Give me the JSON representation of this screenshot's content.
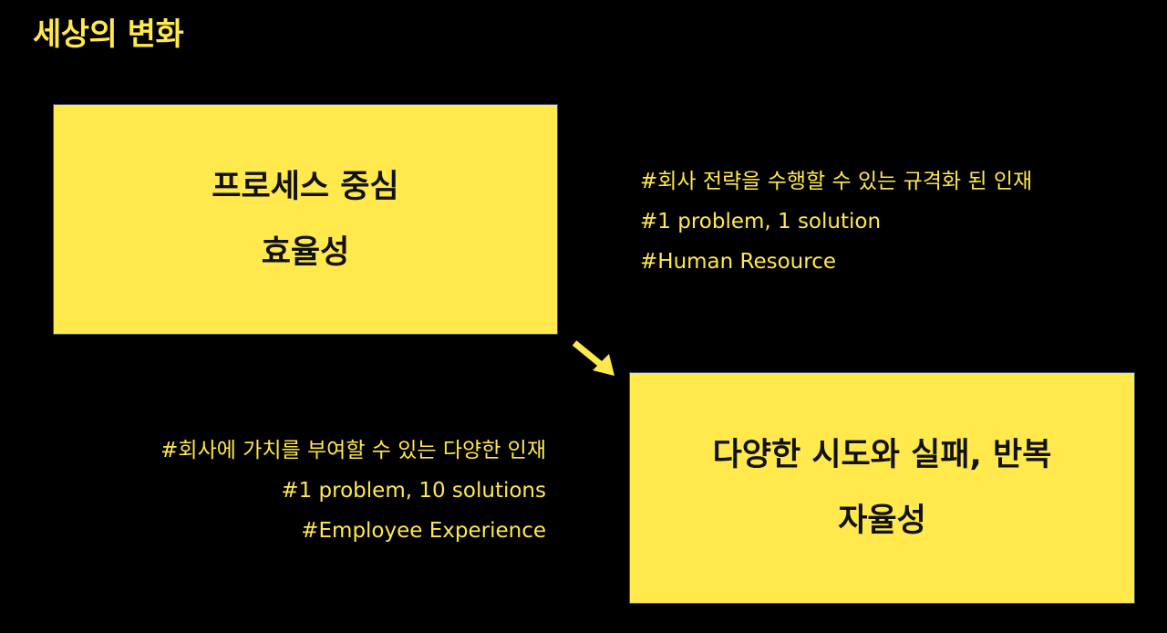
{
  "slide": {
    "title": "세상의 변화"
  },
  "before": {
    "box": {
      "line1": "프로세스 중심",
      "line2": "효율성"
    },
    "notes": [
      "#회사 전략을 수행할 수 있는 규격화 된 인재",
      "#1 problem, 1 solution",
      "#Human Resource"
    ]
  },
  "after": {
    "box": {
      "line1": "다양한 시도와 실패, 반복",
      "line2": "자율성"
    },
    "notes": [
      "#회사에 가치를 부여할 수 있는 다양한 인재",
      "#1 problem, 10 solutions",
      "#Employee Experience"
    ]
  },
  "colors": {
    "background": "#000000",
    "accent": "#FFE94D",
    "box_border": "#3b4f7a"
  },
  "icons": {
    "transition": "arrow-down-right-icon"
  }
}
